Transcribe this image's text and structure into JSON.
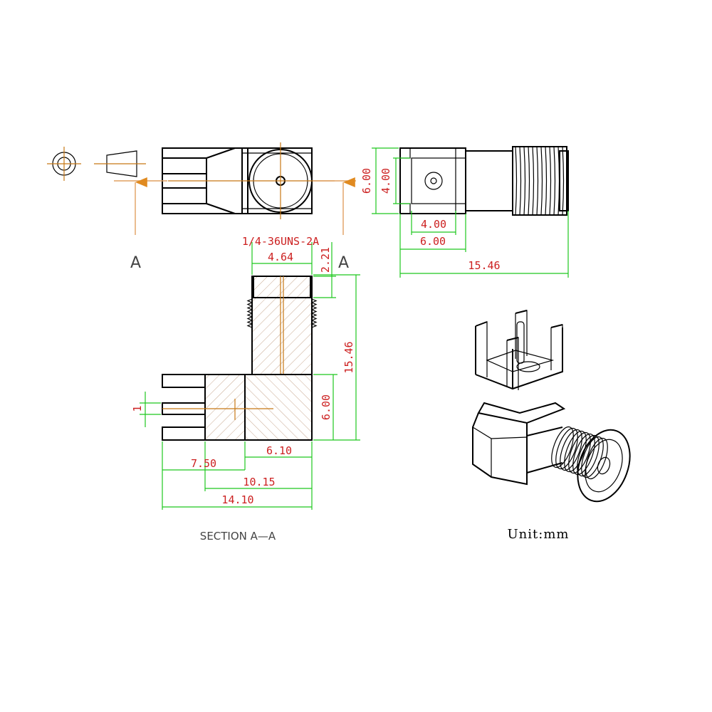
{
  "thread_spec": "1/4-36UNS-2A",
  "dims": {
    "d464": "4.64",
    "d221": "2.21",
    "d1546_vert": "15.46",
    "d600_vert": "6.00",
    "d1": "1",
    "d750": "7.50",
    "d610": "6.10",
    "d1015": "10.15",
    "d1410": "14.10",
    "side_600_vert": "6.00",
    "side_400_vert": "4.00",
    "side_400_horiz": "4.00",
    "side_600_horiz": "6.00",
    "side_1546_horiz": "15.46"
  },
  "section_markers": [
    "A",
    "A"
  ],
  "section_title": "SECTION A—A",
  "unit_label": "Unit:mm",
  "colors": {
    "outline": "#000000",
    "dimension": "#1ec81e",
    "dimension_text": "#cc2020",
    "centerline": "#c87814"
  }
}
